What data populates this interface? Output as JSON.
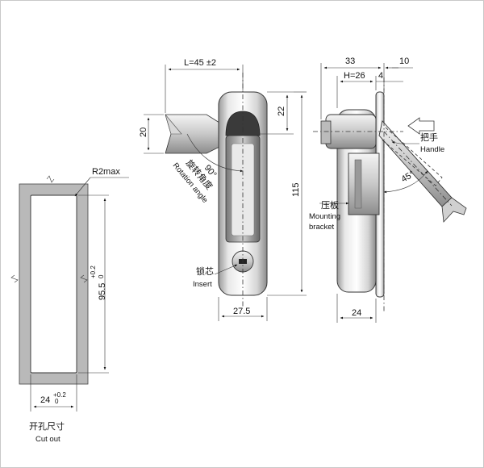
{
  "cutout": {
    "label_r2max": "R2max",
    "dim_height": "95.5",
    "dim_height_tol_upper": "+0.2",
    "dim_height_tol_lower": "0",
    "dim_width": "24",
    "dim_width_tol_upper": "+0.2",
    "dim_width_tol_lower": "0",
    "caption_cn": "开孔尺寸",
    "caption_en": "Cut out"
  },
  "front_view": {
    "dim_L": "L=45 ±2",
    "dim_20": "20",
    "dim_22": "22",
    "dim_115": "115",
    "dim_27_5": "27.5",
    "angle_90": "90°",
    "rotation_cn": "旋转角度",
    "rotation_en": "Rotation angle",
    "insert_cn": "锁芯",
    "insert_en": "Insert"
  },
  "side_view": {
    "dim_33": "33",
    "dim_10": "10",
    "dim_H": "H=26",
    "dim_4": "4",
    "dim_24": "24",
    "angle_45": "45°",
    "handle_cn": "把手",
    "handle_en": "Handle",
    "bracket_cn": "压板",
    "bracket_en_1": "Mounting",
    "bracket_en_2": "bracket"
  }
}
